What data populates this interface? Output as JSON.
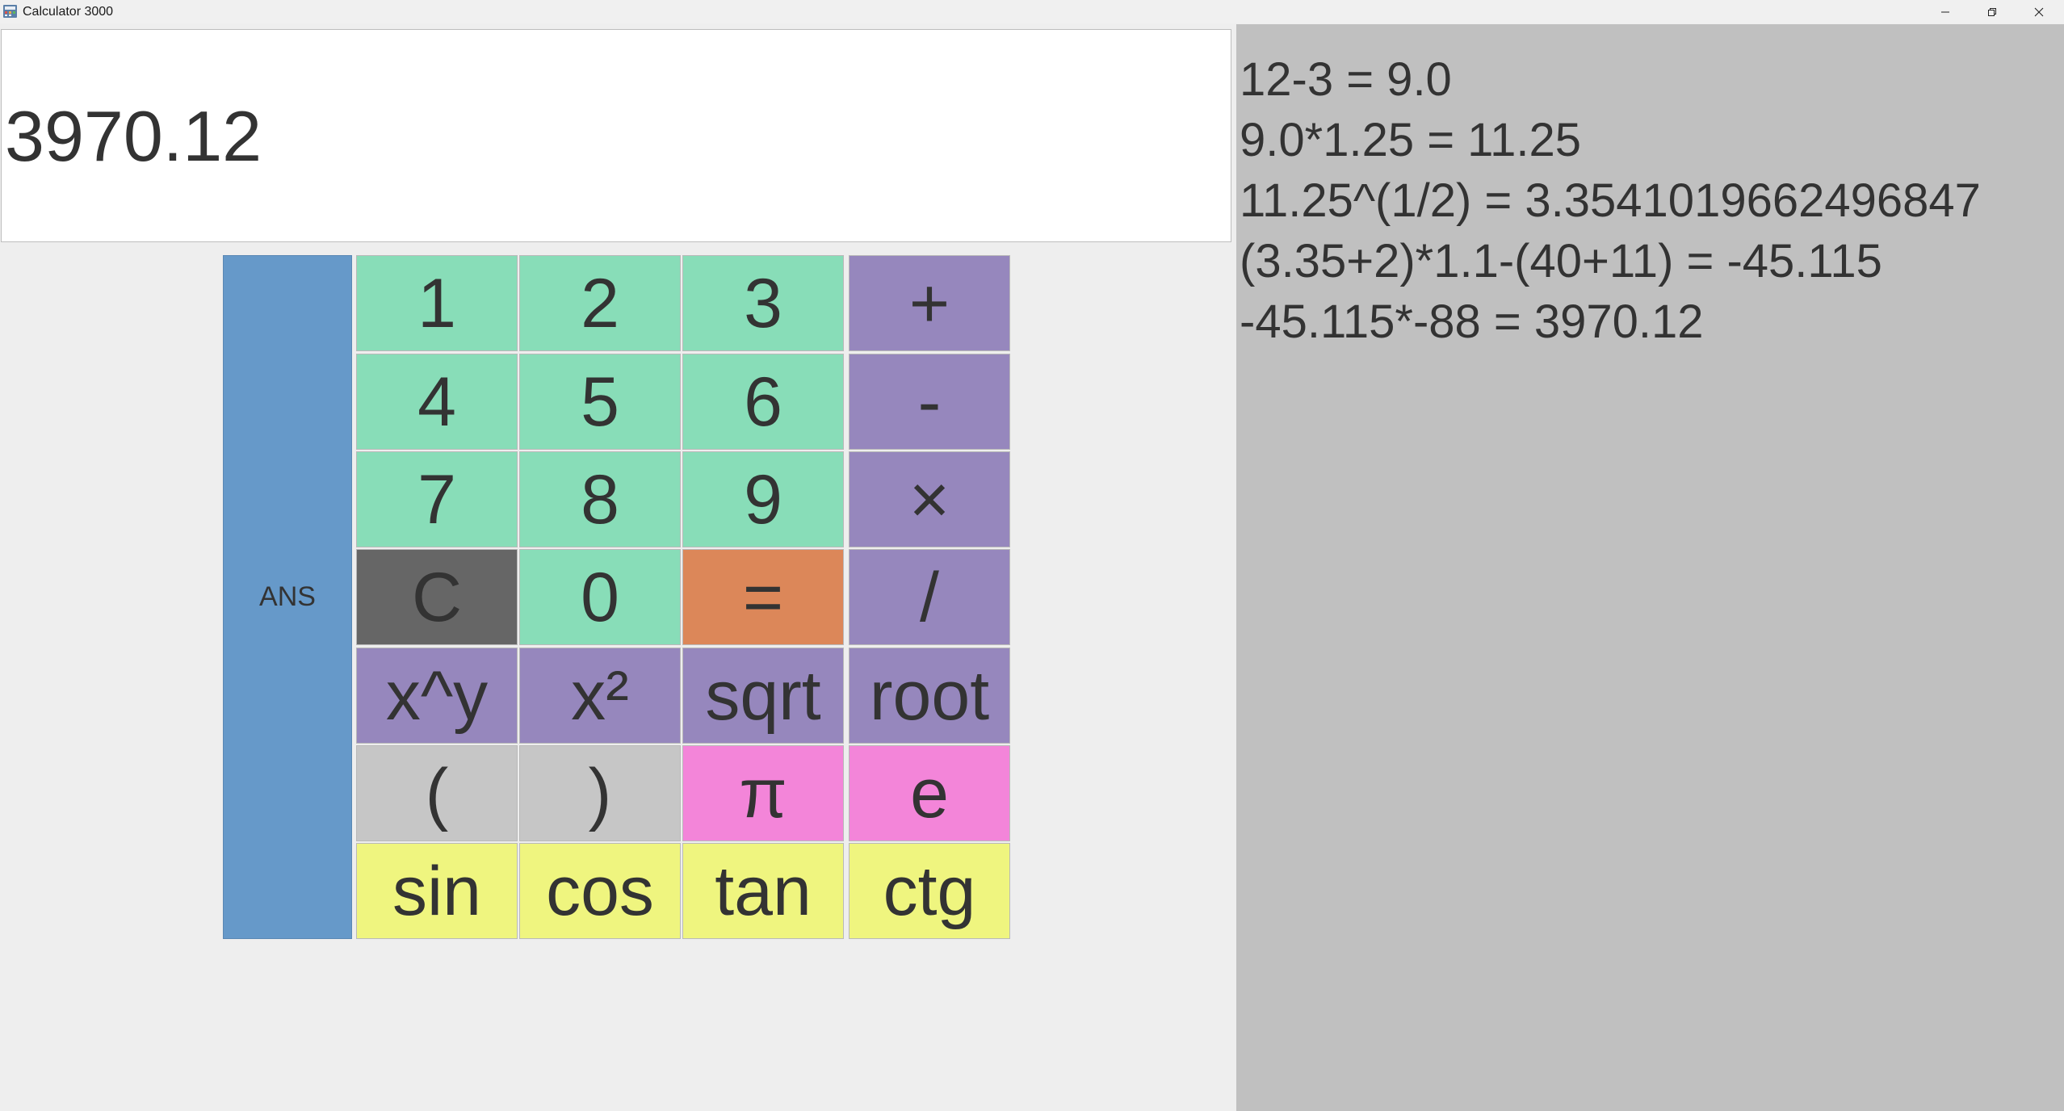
{
  "window": {
    "title": "Calculator 3000",
    "controls": {
      "minimize": "—",
      "restore": "❐",
      "close": "✕"
    }
  },
  "display": {
    "value": "3970.12"
  },
  "history": [
    "12-3 = 9.0",
    "9.0*1.25 = 11.25",
    "11.25^(1/2) = 3.3541019662496847",
    "(3.35+2)*1.1-(40+11) = -45.115",
    "-45.115*-88 = 3970.12"
  ],
  "keypad": {
    "ans": "ANS",
    "rows": [
      [
        "1",
        "2",
        "3",
        "+"
      ],
      [
        "4",
        "5",
        "6",
        "-"
      ],
      [
        "7",
        "8",
        "9",
        "×"
      ],
      [
        "C",
        "0",
        "=",
        "/"
      ],
      [
        "x^y",
        "x²",
        "sqrt",
        "root"
      ],
      [
        "(",
        ")",
        "π",
        "e"
      ],
      [
        "sin",
        "cos",
        "tan",
        "ctg"
      ]
    ]
  },
  "colors": {
    "ans": "#6699c9",
    "digit": "#88ddb8",
    "operator": "#9687bd",
    "clear": "#666666",
    "equals": "#dc8759",
    "paren": "#c6c6c6",
    "constant": "#f385d9",
    "trig": "#eff57f",
    "history_bg": "#c0c0c0",
    "display_bg": "#ffffff"
  },
  "icons": {
    "app": "calculator-app-icon"
  }
}
